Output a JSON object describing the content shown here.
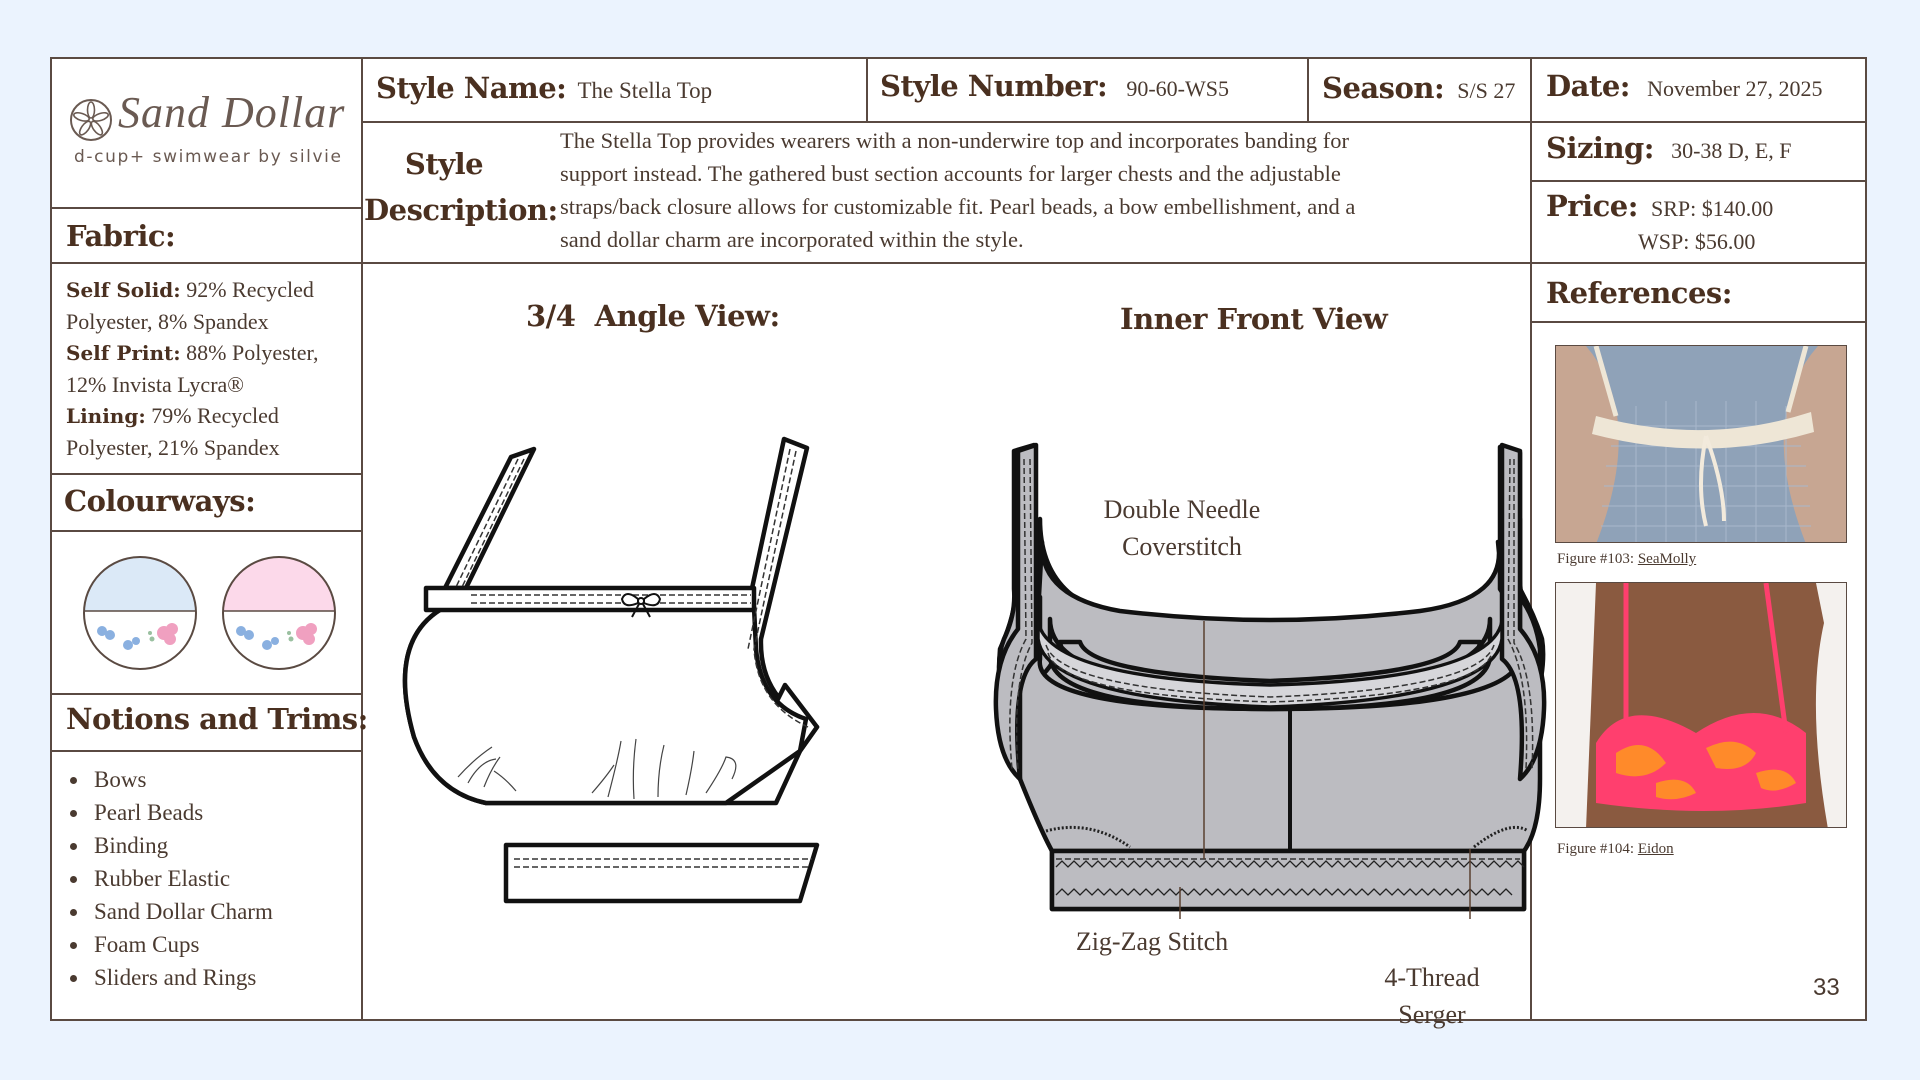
{
  "brand": {
    "name": "Sand Dollar",
    "tagline": "d-cup+ swimwear by silvie"
  },
  "header": {
    "style_name_label": "Style Name:",
    "style_name": "The Stella Top",
    "style_number_label": "Style Number:",
    "style_number": "90-60-WS5",
    "season_label": "Season:",
    "season": "S/S 27",
    "date_label": "Date:",
    "date": "November 27, 2025"
  },
  "description": {
    "label_line1": "Style",
    "label_line2": "Description:",
    "lines": [
      "The Stella Top provides wearers with a non-underwire top and incorporates banding for",
      "support instead. The gathered bust section accounts for larger chests and the adjustable",
      "straps/back closure allows for customizable fit. Pearl beads, a bow embellishment, and a",
      "sand dollar charm are incorporated within the style."
    ]
  },
  "sizing": {
    "label": "Sizing:",
    "value": "30-38 D, E, F"
  },
  "price": {
    "label": "Price:",
    "srp": "SRP: $140.00",
    "wsp": "WSP: $56.00"
  },
  "fabric": {
    "label": "Fabric:",
    "items": [
      {
        "name": "Self Solid:",
        "l1": "92% Recycled",
        "l2": "Polyester, 8% Spandex"
      },
      {
        "name": "Self Print:",
        "l1": "88% Polyester,",
        "l2": "12% Invista Lycra®"
      },
      {
        "name": "Lining:",
        "l1": "79% Recycled",
        "l2": "Polyester, 21% Spandex"
      }
    ]
  },
  "colourways": {
    "label": "Colourways:",
    "swatches": [
      {
        "top": "#dbe9f7"
      },
      {
        "top": "#fcd9ea"
      }
    ]
  },
  "notions": {
    "label": "Notions and Trims:",
    "items": [
      "Bows",
      "Pearl Beads",
      "Binding",
      "Rubber Elastic",
      "Sand Dollar Charm",
      "Foam Cups",
      "Sliders and Rings"
    ]
  },
  "views": {
    "angle_title": "3/4  Angle View:",
    "inner_title": "Inner Front View",
    "callouts": {
      "double_needle_1": "Double Needle",
      "double_needle_2": "Coverstitch",
      "zigzag": "Zig-Zag Stitch",
      "serger_1": "4-Thread",
      "serger_2": "Serger"
    }
  },
  "references": {
    "label": "References:",
    "figures": [
      {
        "caption": "Figure #103:",
        "source": "SeaMolly"
      },
      {
        "caption": "Figure #104:",
        "source": "Eidon"
      }
    ]
  },
  "page_number": "33",
  "colors": {
    "border": "#5a4a42",
    "heading": "#4a3020",
    "background": "#ebf3fe"
  }
}
